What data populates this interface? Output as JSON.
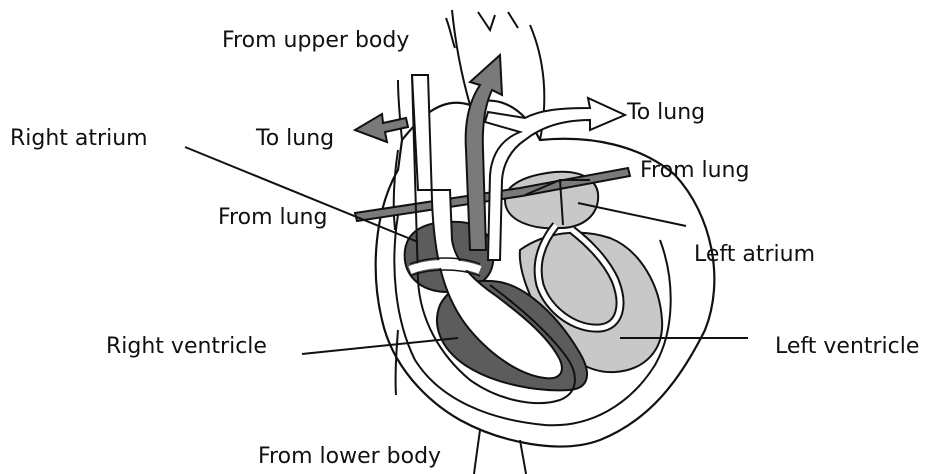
{
  "labels": {
    "from_upper_body": "From upper body",
    "right_atrium": "Right atrium",
    "to_lung_left": "To lung",
    "to_lung_right": "To lung",
    "from_lung_right": "From lung",
    "from_lung_left": "From lung",
    "left_atrium": "Left atrium",
    "right_ventricle": "Right ventricle",
    "left_ventricle": "Left ventricle",
    "from_lower_body": "From lower body"
  },
  "colors": {
    "outline": "#111111",
    "right_chamber": "#5c5c5c",
    "left_chamber": "#c8c8c8",
    "vessel_dark": "#7a7a7a",
    "vessel_white": "#ffffff"
  }
}
